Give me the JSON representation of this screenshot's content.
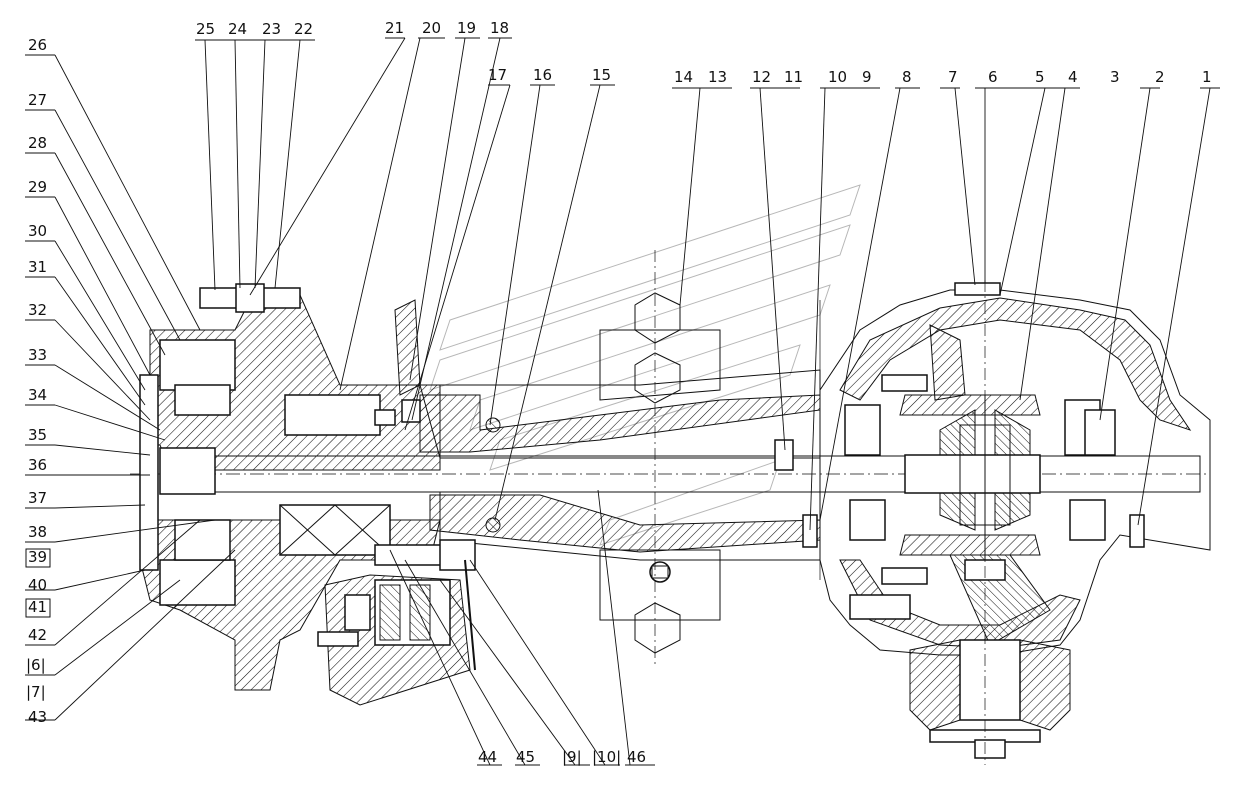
{
  "callouts_top": [
    "25",
    "24",
    "23",
    "22",
    "21",
    "20",
    "19",
    "18",
    "17",
    "16",
    "15",
    "14",
    "13",
    "12",
    "11",
    "10",
    "9",
    "8",
    "7",
    "6",
    "5",
    "4",
    "3",
    "2",
    "1"
  ],
  "callouts_left": [
    "26",
    "27",
    "28",
    "29",
    "30",
    "31",
    "32",
    "33",
    "34",
    "35",
    "36",
    "37",
    "38",
    "39",
    "40",
    "41",
    "42",
    "|6|",
    "|7|",
    "43"
  ],
  "callouts_bottom": [
    "44",
    "45",
    "|9|",
    "|10|",
    "46"
  ]
}
